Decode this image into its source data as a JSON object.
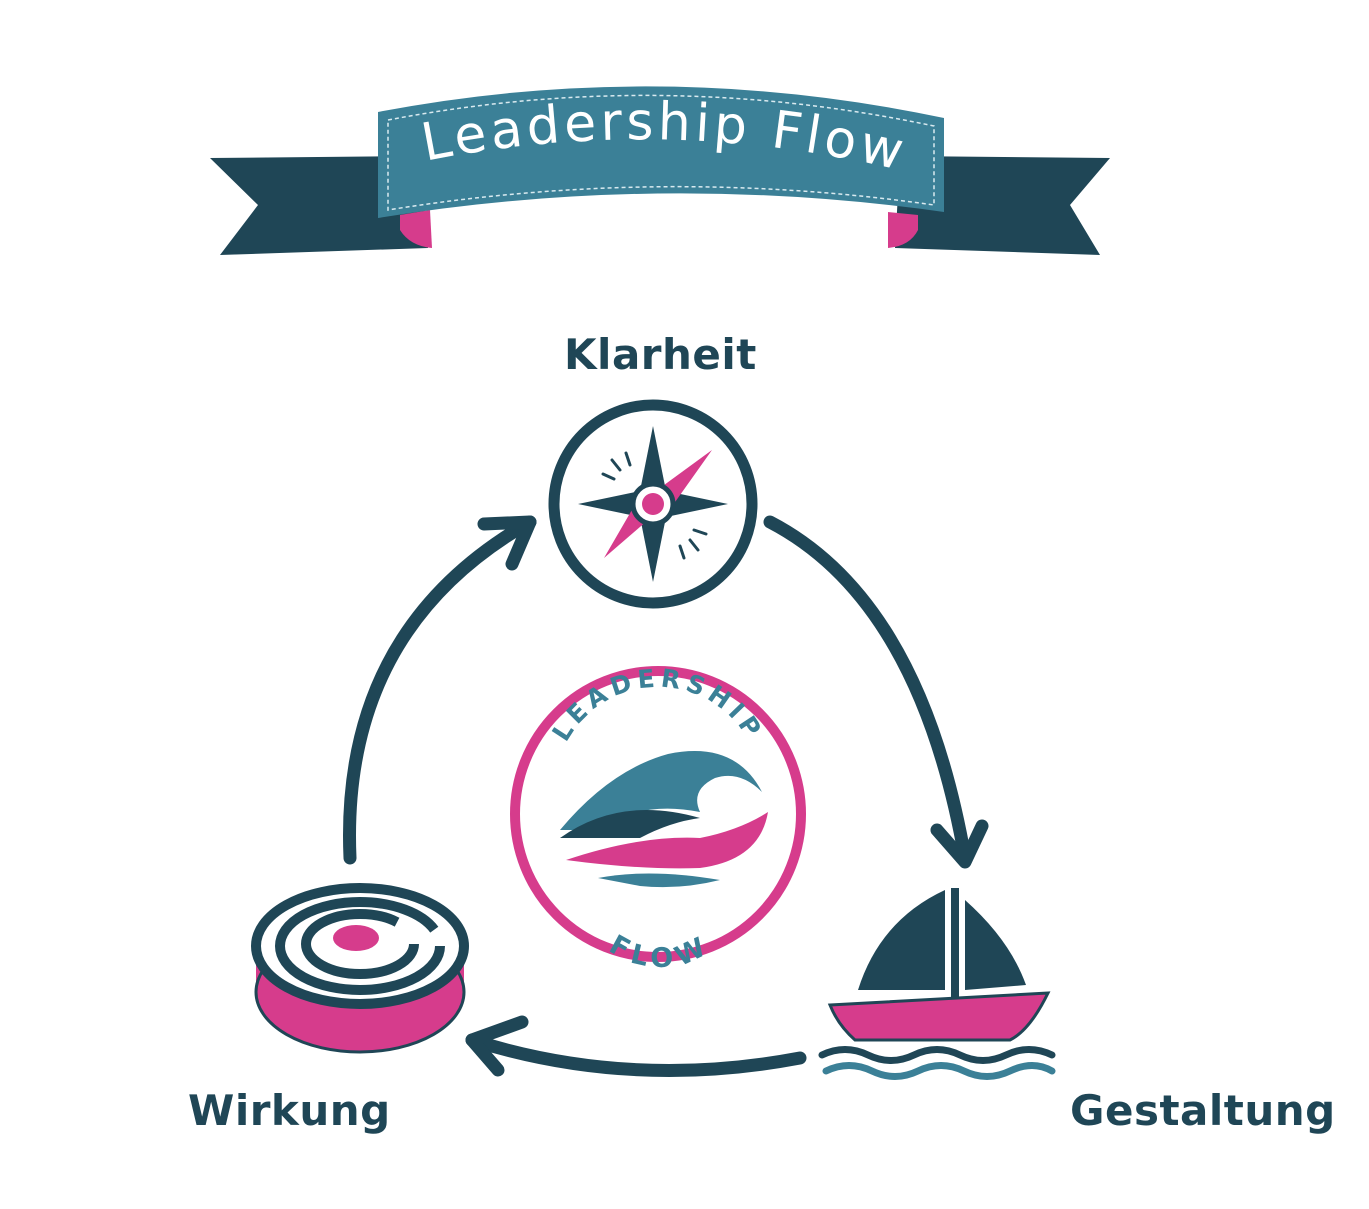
{
  "banner": {
    "title": "Leadership Flow"
  },
  "cycle": {
    "steps": [
      {
        "label": "Klarheit",
        "icon": "compass-icon"
      },
      {
        "label": "Gestaltung",
        "icon": "sailboat-icon"
      },
      {
        "label": "Wirkung",
        "icon": "target-icon"
      }
    ],
    "direction": "clockwise"
  },
  "logo": {
    "top_text": "LEADERSHIP",
    "bottom_text": "FLOW",
    "icon": "wave-icon"
  },
  "colors": {
    "dark": "#1f4656",
    "teal": "#3b8097",
    "pink": "#d63c8c",
    "white": "#ffffff"
  }
}
